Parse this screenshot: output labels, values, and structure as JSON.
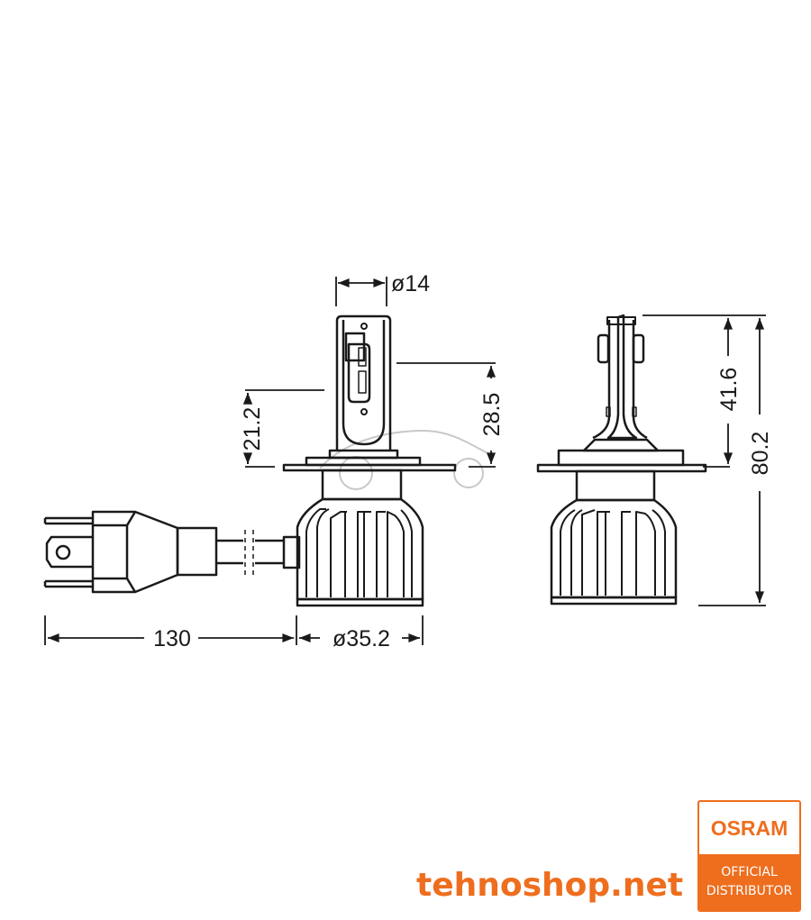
{
  "diagram": {
    "type": "technical-dimension-drawing",
    "subject": "H4 LED headlight bulb",
    "units": "mm",
    "views": [
      "front view with cable and H4 connector",
      "side view"
    ],
    "dimensions": {
      "stem_diameter": "ø14",
      "light_center_height": "21.2",
      "front_tip_height": "28.5",
      "cable_length": "130",
      "body_diameter": "ø35.2",
      "side_top_height": "41.6",
      "overall_length": "80.2"
    },
    "line_color": "#1a1a1a"
  },
  "branding": {
    "shop_name": "tehnoshop.net",
    "badge": {
      "brand": "OSRAM",
      "line1": "OFFICIAL",
      "line2": "DISTRIBUTOR"
    },
    "accent_color": "#ee6e1e"
  }
}
